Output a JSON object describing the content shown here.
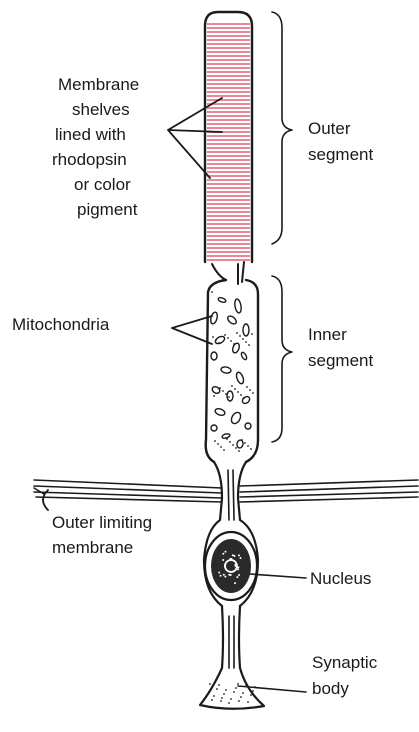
{
  "labels": {
    "membrane_shelves": [
      "Membrane",
      "shelves",
      "lined with",
      "rhodopsin",
      "or color",
      "pigment"
    ],
    "outer_segment": [
      "Outer",
      "segment"
    ],
    "mitochondria": [
      "Mitochondria"
    ],
    "inner_segment": [
      "Inner",
      "segment"
    ],
    "outer_limiting_membrane": [
      "Outer limiting",
      "membrane"
    ],
    "nucleus": [
      "Nucleus"
    ],
    "synaptic_body": [
      "Synaptic",
      "body"
    ]
  },
  "colors": {
    "disc_pink": "#e8889a",
    "ink": "#1b1b1b",
    "background": "#ffffff"
  }
}
